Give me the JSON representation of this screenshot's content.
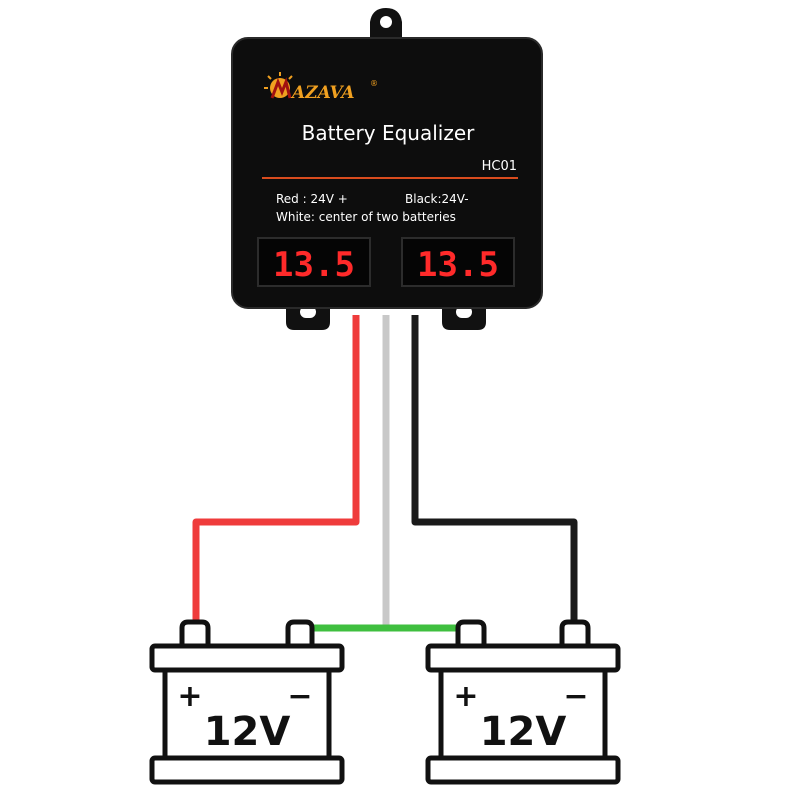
{
  "device": {
    "brand": "AZAVA",
    "registered_mark": "®",
    "title": "Battery Equalizer",
    "model": "HC01",
    "wiring_line1_red": "Red : 24V +",
    "wiring_line1_black": "Black:24V-",
    "wiring_line2": "White: center of two batteries",
    "display_left": "13.5",
    "display_right": "13.5"
  },
  "batteries": [
    {
      "plus": "+",
      "minus": "−",
      "voltage": "12V"
    },
    {
      "plus": "+",
      "minus": "−",
      "voltage": "12V"
    }
  ],
  "colors": {
    "device_body": "#0d0d0d",
    "accent_line": "#d94c1e",
    "display_red": "#ff2a2a",
    "wire_red": "#ef3b3b",
    "wire_white": "#c8c8c8",
    "wire_black": "#1a1a1a",
    "bridge_green": "#3fbf3f",
    "logo_gold": "#f0a020"
  }
}
